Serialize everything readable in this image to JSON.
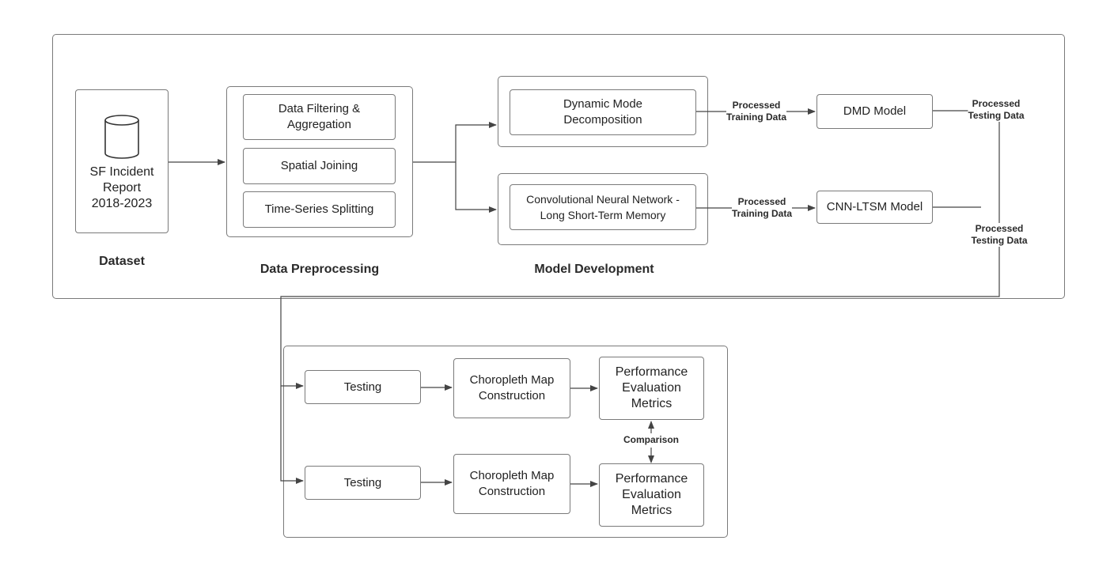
{
  "stages": {
    "dataset": "Dataset",
    "preprocessing": "Data Preprocessing",
    "model_development": "Model Development"
  },
  "nodes": {
    "sf_incident": "SF Incident\nReport\n2018-2023",
    "filtering": "Data Filtering &\nAggregation",
    "spatial": "Spatial Joining",
    "timeseries": "Time-Series Splitting",
    "dmd_method": "Dynamic Mode\nDecomposition",
    "cnn_method": "Convolutional Neural Network -\nLong Short-Term Memory",
    "dmd_model": "DMD Model",
    "cnn_model": "CNN-LTSM Model",
    "testing_1": "Testing",
    "testing_2": "Testing",
    "choropleth_1": "Choropleth Map\nConstruction",
    "choropleth_2": "Choropleth Map\nConstruction",
    "perf_1": "Performance\nEvaluation\nMetrics",
    "perf_2": "Performance\nEvaluation\nMetrics"
  },
  "edge_labels": {
    "dmd_training": "Processed\nTraining Data",
    "cnn_training": "Processed\nTraining Data",
    "dmd_testing": "Processed\nTesting Data",
    "cnn_testing": "Processed\nTesting Data",
    "comparison": "Comparison"
  },
  "colors": {
    "line": "#444444",
    "border": "#7a7a7a"
  }
}
